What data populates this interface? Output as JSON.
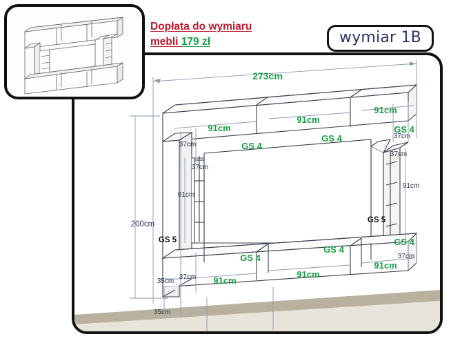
{
  "headline": {
    "line1": "Dopłata do wymiaru",
    "line2_prefix": "mebli ",
    "price": "179 zł"
  },
  "badge": {
    "label": "wymiar 1B"
  },
  "thumbnail": {
    "name": "furniture-wall-unit-preview"
  },
  "chart_data": {
    "type": "table",
    "title": "wymiar 1B",
    "unit": "cm",
    "overall": {
      "width": "273cm",
      "height": "200cm"
    },
    "top_row": {
      "widths": [
        "91cm",
        "91cm",
        "91cm"
      ],
      "modules": [
        "GS 4",
        "GS 4",
        "GS 4"
      ],
      "depths": [
        "37cm",
        "37cm"
      ]
    },
    "bottom_row": {
      "widths": [
        "91cm",
        "91cm",
        "91cm"
      ],
      "modules": [
        "GS 4",
        "GS 4",
        "GS 4"
      ],
      "depths": [
        "37cm",
        "37cm"
      ]
    },
    "left_column": {
      "module": "GS 5",
      "height": "91cm",
      "depth": "37cm"
    },
    "right_column": {
      "module": "GS 5",
      "height": "91cm",
      "depth": "37cm"
    },
    "plinth": {
      "height": "35cm",
      "clearance": "35cm"
    }
  },
  "labels": {
    "total_width": "273cm",
    "total_height": "200cm",
    "w_top_1": "91cm",
    "w_top_2": "91cm",
    "w_top_3": "91cm",
    "w_bot_1": "91cm",
    "w_bot_2": "91cm",
    "w_bot_3": "91cm",
    "gs4_top_1": "GS 4",
    "gs4_top_2": "GS 4",
    "gs4_top_3": "GS 4",
    "gs4_bot_1": "GS 4",
    "gs4_bot_2": "GS 4",
    "gs4_bot_3": "GS 4",
    "gs5_left": "GS 5",
    "gs5_right": "GS 5",
    "d_top_left": "37cm",
    "d_top_right": "37cm",
    "d_col_left": "37cm",
    "d_col_right": "37cm",
    "d_bot_left": "37cm",
    "d_bot_right": "37cm",
    "h_col_left": "91cm",
    "h_col_right": "91cm",
    "plinth_h": "35cm",
    "plinth_base": "35cm"
  },
  "colors": {
    "green": "#1a9e45",
    "red": "#c0192b",
    "navy": "#2c3465",
    "line": "#3a3f4a",
    "floor": "#cfc7b4",
    "border": "#111111"
  }
}
